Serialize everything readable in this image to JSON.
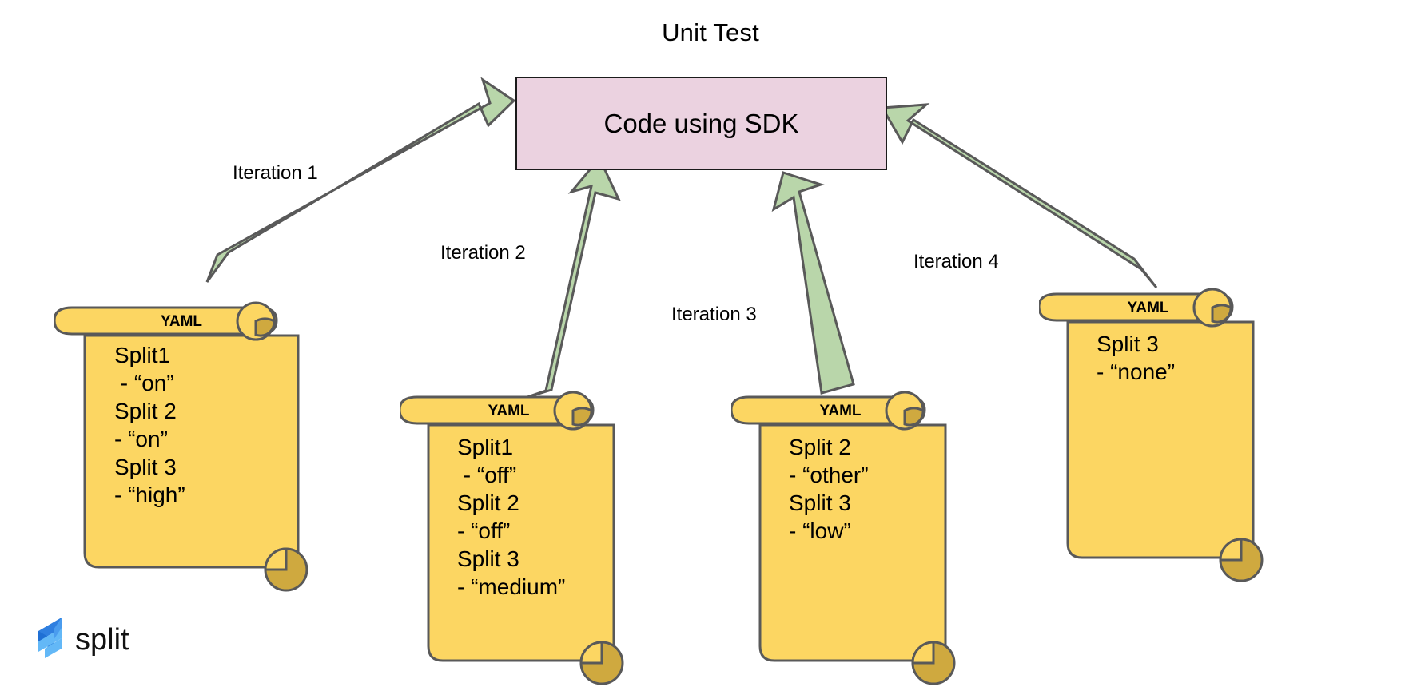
{
  "diagram": {
    "title": "Unit Test",
    "center_node": {
      "label": "Code using SDK",
      "fill": "#ebd2e0",
      "stroke": "#1b1b1b"
    },
    "arrow": {
      "fill": "#b9d6aa",
      "stroke": "#595959"
    },
    "scroll_style": {
      "fill": "#fcd662",
      "curl_fill": "#cfa93f",
      "stroke": "#595959"
    },
    "edges": [
      {
        "label": "Iteration 1"
      },
      {
        "label": "Iteration 2"
      },
      {
        "label": "Iteration 3"
      },
      {
        "label": "Iteration 4"
      }
    ],
    "scrolls": [
      {
        "header": "YAML",
        "body": "Split1\n - “on”\nSplit 2\n- “on”\nSplit 3\n- “high”"
      },
      {
        "header": "YAML",
        "body": "Split1\n - “off”\nSplit 2\n- “off”\nSplit 3\n- “medium”"
      },
      {
        "header": "YAML",
        "body": "Split 2\n- “other”\nSplit 3\n- “low”"
      },
      {
        "header": "YAML",
        "body": "Split 3\n- “none”"
      }
    ],
    "logo": {
      "wordmark": "split",
      "color_dark": "#2f7fe0",
      "color_light": "#5cb3f5"
    }
  }
}
